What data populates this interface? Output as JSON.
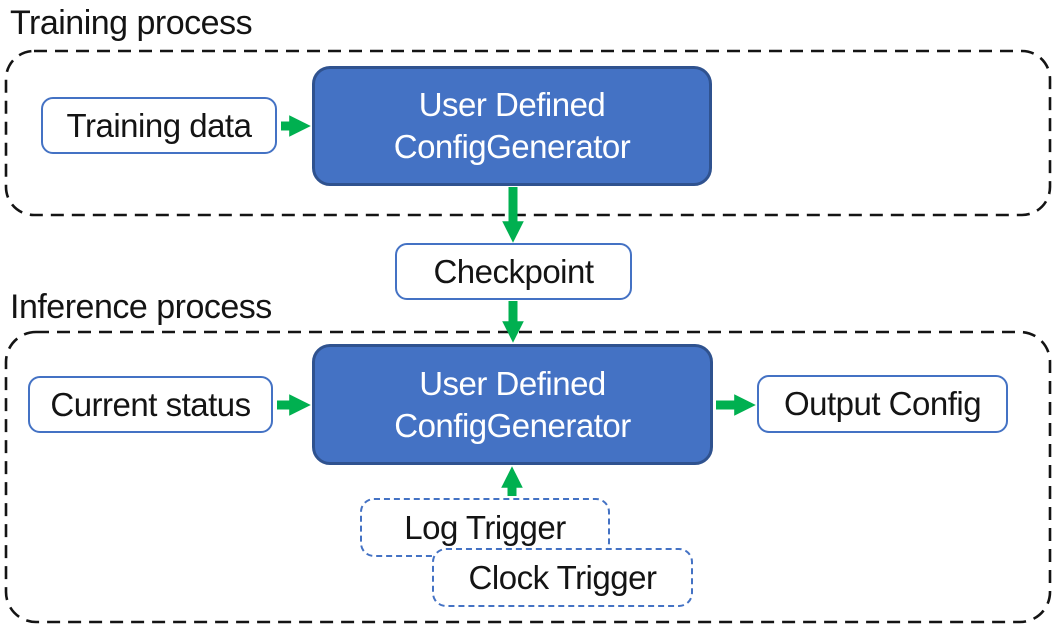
{
  "diagram": {
    "sections": {
      "training": {
        "label": "Training process"
      },
      "inference": {
        "label": "Inference process"
      }
    },
    "nodes": {
      "training_data": {
        "label": "Training data"
      },
      "config_generator_training": {
        "line1": "User Defined",
        "line2": "ConfigGenerator"
      },
      "checkpoint": {
        "label": "Checkpoint"
      },
      "current_status": {
        "label": "Current status"
      },
      "config_generator_inference": {
        "line1": "User Defined",
        "line2": "ConfigGenerator"
      },
      "output_config": {
        "label": "Output Config"
      },
      "log_trigger": {
        "label": "Log Trigger"
      },
      "clock_trigger": {
        "label": "Clock Trigger"
      }
    },
    "edges": [
      {
        "from": "training_data",
        "to": "config_generator_training"
      },
      {
        "from": "config_generator_training",
        "to": "checkpoint"
      },
      {
        "from": "checkpoint",
        "to": "config_generator_inference"
      },
      {
        "from": "current_status",
        "to": "config_generator_inference"
      },
      {
        "from": "config_generator_inference",
        "to": "output_config"
      },
      {
        "from": "log_trigger",
        "to": "config_generator_inference"
      }
    ],
    "colors": {
      "fill_blue": "#4472C4",
      "border_dark_blue": "#2F528F",
      "outline_blue": "#4472C4",
      "arrow_green": "#00B050",
      "dash_black": "#141414",
      "text_dark": "#141414",
      "text_light": "#FFFFFF",
      "bg": "#FFFFFF"
    }
  }
}
